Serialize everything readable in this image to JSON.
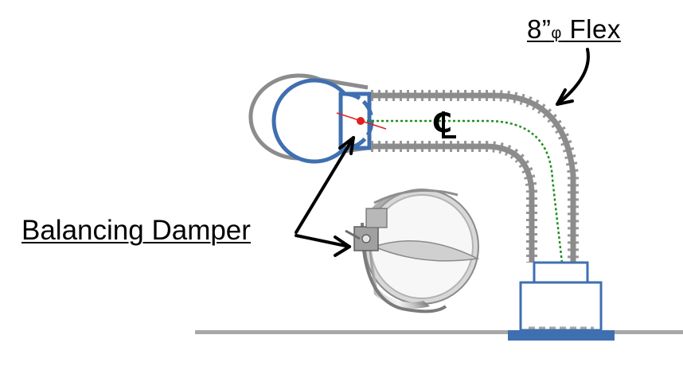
{
  "labels": {
    "flex_prefix": "8”",
    "flex_phi": "φ",
    "flex_suffix": " Flex",
    "balancing_damper": "Balancing Damper"
  },
  "colors": {
    "duct_outline": "#3f6fb0",
    "flex_gray": "#8c8c8c",
    "centerline": "#1f8f1f",
    "damper_blade": "#e02020",
    "floor": "#a8a8a8",
    "arrow": "#000000"
  },
  "icons": {
    "centerline": "centerline-symbol",
    "damper_photo": "round-balancing-damper-illustration"
  }
}
